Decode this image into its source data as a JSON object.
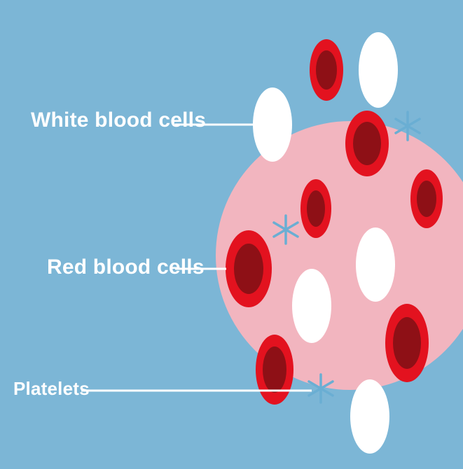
{
  "labels": {
    "white_blood_cells": "White blood cells",
    "red_blood_cells": "Red blood cells",
    "platelets": "Platelets"
  },
  "colors": {
    "background": "#7cb6d6",
    "plasma": "#f2b5bf",
    "red_cell_outer": "#e3121f",
    "red_cell_inner": "#8e1016",
    "white_cell": "#ffffff",
    "platelet": "#6aaed3",
    "leader_line": "#ffffff"
  }
}
